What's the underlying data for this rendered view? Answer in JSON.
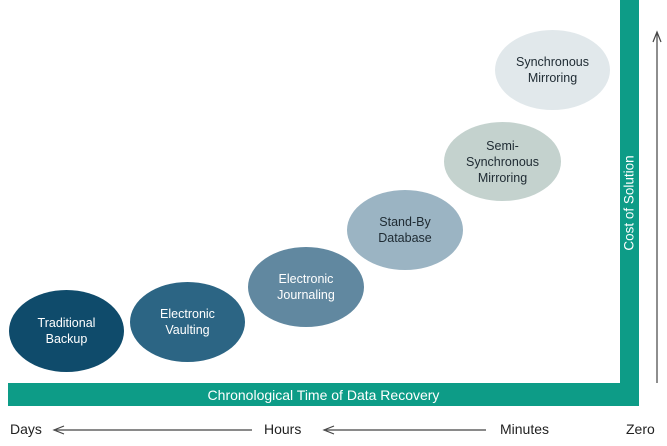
{
  "stages": [
    {
      "label": "Traditional\nBackup"
    },
    {
      "label": "Electronic\nVaulting"
    },
    {
      "label": "Electronic\nJournaling"
    },
    {
      "label": "Stand-By\nDatabase"
    },
    {
      "label": "Semi-\nSynchronous\nMirroring"
    },
    {
      "label": "Synchronous\nMirroring"
    }
  ],
  "x_axis": {
    "title": "Chronological Time of Data Recovery",
    "ticks": [
      "Days",
      "Hours",
      "Minutes",
      "Zero"
    ]
  },
  "y_axis": {
    "title": "Cost of Solution"
  },
  "colors": {
    "accent_bar": "#0d9c87",
    "stage_1": "#0f4b6b",
    "stage_2": "#2c6584",
    "stage_3": "#6188a0",
    "stage_4": "#9bb4c3",
    "stage_5": "#c4d2ce",
    "stage_6": "#e1e8eb"
  }
}
